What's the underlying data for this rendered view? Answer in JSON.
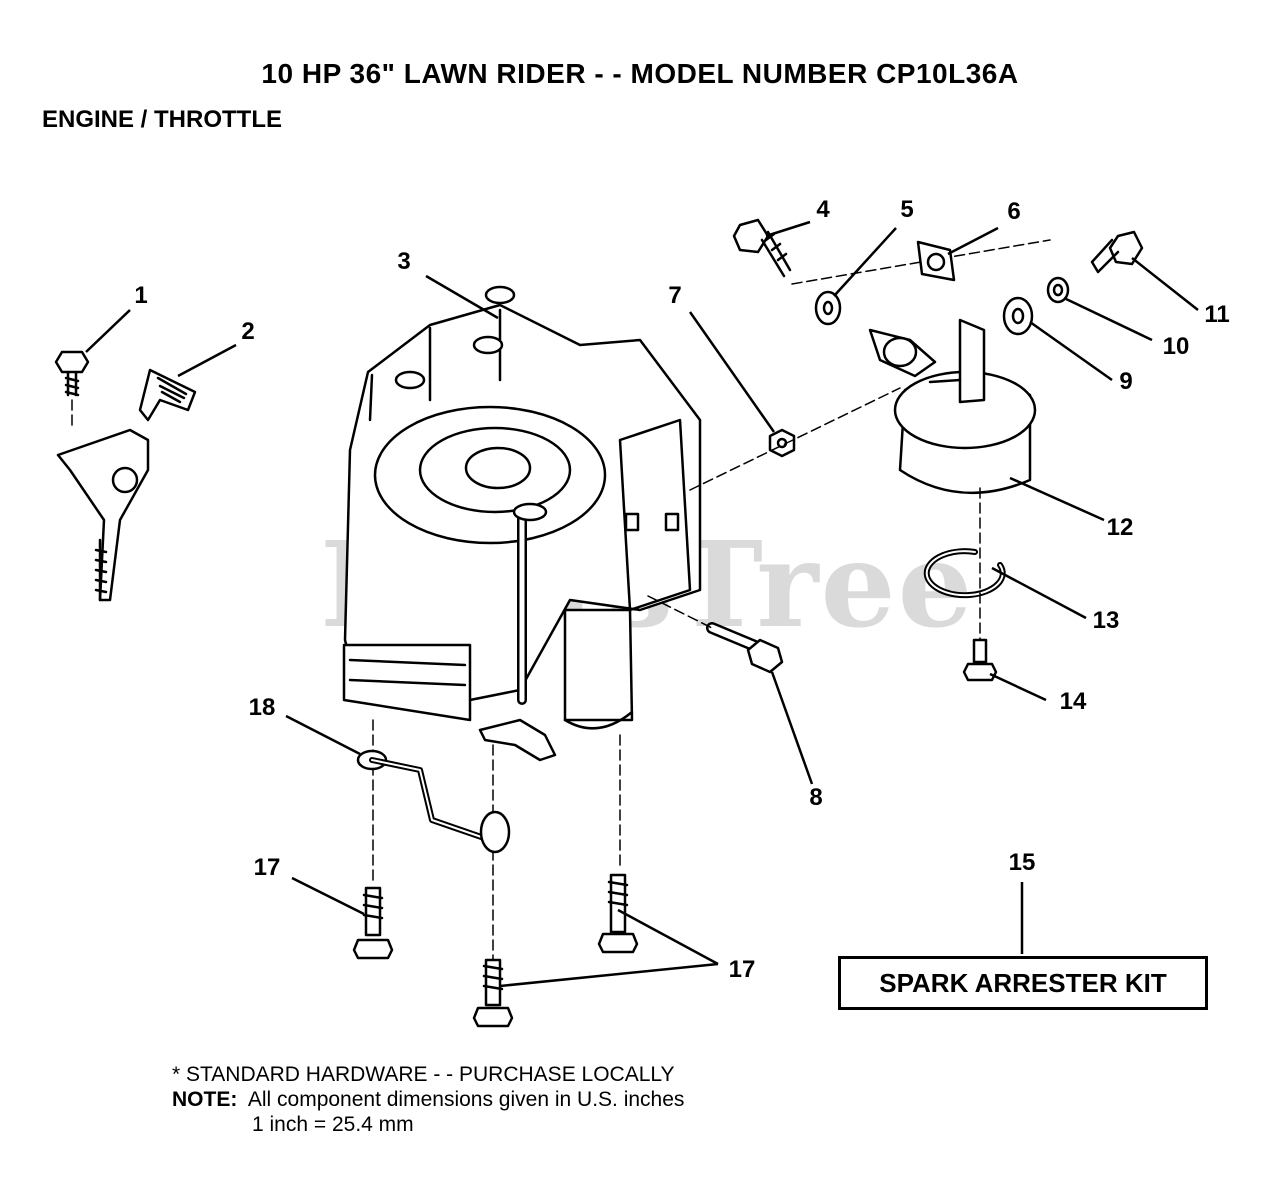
{
  "title": "10 HP 36\" LAWN RIDER - - MODEL NUMBER CP10L36A",
  "subtitle": "ENGINE / THROTTLE",
  "watermark": "PartsTree",
  "callouts": {
    "c1": "1",
    "c2": "2",
    "c3": "3",
    "c4": "4",
    "c5": "5",
    "c6": "6",
    "c7": "7",
    "c8": "8",
    "c9": "9",
    "c10": "10",
    "c11": "11",
    "c12": "12",
    "c13": "13",
    "c14": "14",
    "c15": "15",
    "c17a": "17",
    "c17b": "17",
    "c18": "18"
  },
  "kit_label": "SPARK ARRESTER KIT",
  "notes": {
    "line1": "* STANDARD HARDWARE - - PURCHASE LOCALLY",
    "note_label": "NOTE:",
    "line2": "All component dimensions given in U.S. inches",
    "line3": "1 inch = 25.4 mm"
  }
}
